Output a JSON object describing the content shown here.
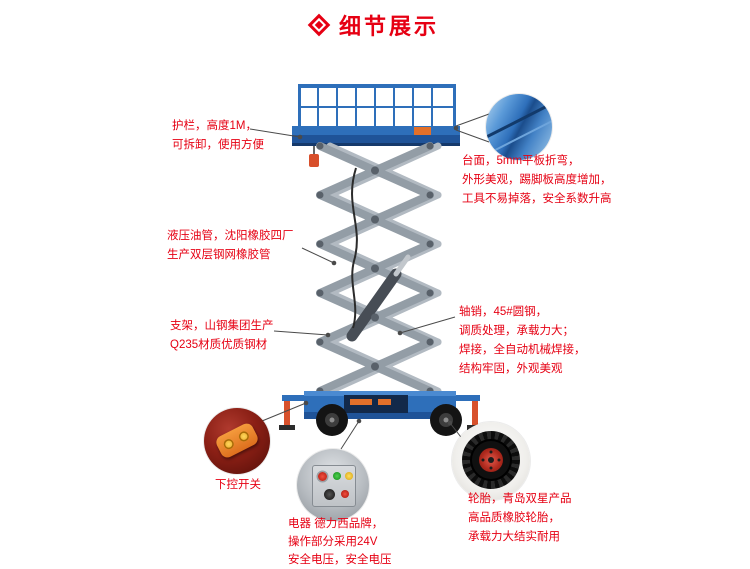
{
  "header": {
    "title": "细节展示",
    "icon": "diamond-icon"
  },
  "colors": {
    "accent_red": "#e60013",
    "machine_blue": "#2e6fba",
    "scissor_gray": "#939da6",
    "orange": "#e2702a",
    "leader_line": "#4a4a4a"
  },
  "callouts": {
    "guardrail": {
      "line1": "护栏，高度1M，",
      "line2": "可拆卸，使用方便"
    },
    "platform": {
      "line1": "台面，5mm平板折弯，",
      "line2": "外形美观，踢脚板高度增加，",
      "line3": "工具不易掉落，安全系数升高"
    },
    "hose": {
      "line1": "液压油管，沈阳橡胶四厂",
      "line2": "生产双层钢网橡胶管"
    },
    "bracket": {
      "line1": "支架，山钢集团生产",
      "line2": "Q235材质优质钢材"
    },
    "pin": {
      "line1": "轴销，45#圆钢，",
      "line2": "调质处理，承载力大；",
      "line3": "焊接，全自动机械焊接，",
      "line4": "结构牢固，外观美观"
    },
    "remote": {
      "label": "下控开关"
    },
    "electric": {
      "line1": "电器 德力西品牌，",
      "line2": "操作部分采用24V",
      "line3": "安全电压，安全电压"
    },
    "tire": {
      "line1": "轮胎，青岛双星产品",
      "line2": "高品质橡胶轮胎，",
      "line3": "承载力大结实耐用"
    }
  }
}
